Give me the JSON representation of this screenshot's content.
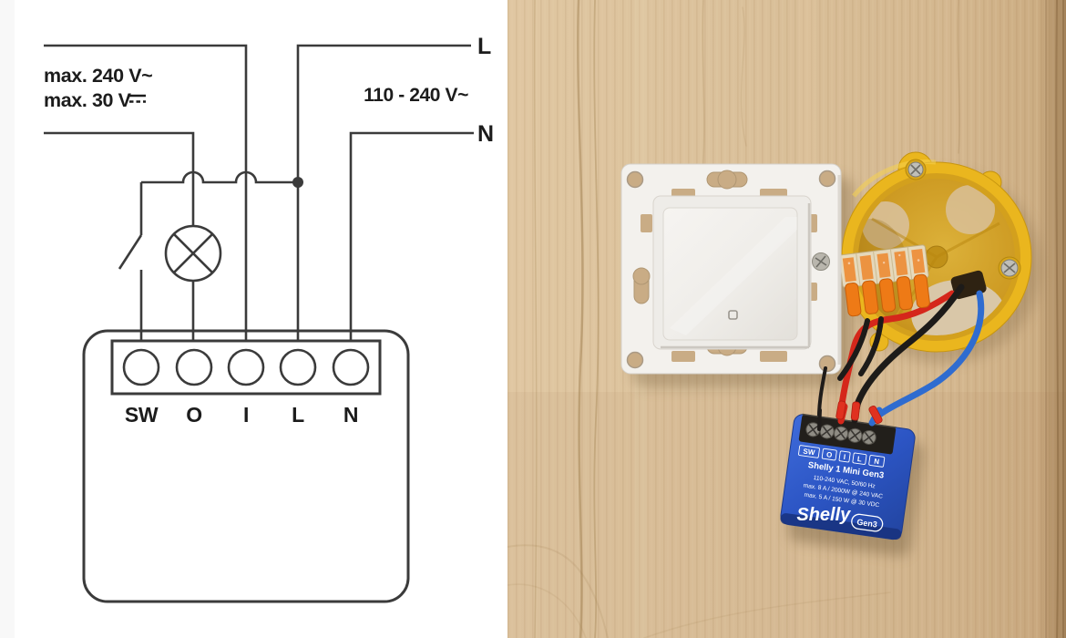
{
  "diagram": {
    "terminals": [
      "SW",
      "O",
      "I",
      "L",
      "N"
    ],
    "labels": {
      "line_live": "L",
      "line_neutral": "N",
      "supply_voltage": "110 - 240 V~",
      "switched_max_ac": "max. 240 V~",
      "switched_max_dc": "max. 30 V"
    }
  },
  "photo": {
    "shelly": {
      "terminals": [
        "SW",
        "O",
        "I",
        "L",
        "N"
      ],
      "title": "Shelly 1 Mini Gen3",
      "specs": [
        "110-240 VAC, 50/60 Hz",
        "max. 8 A / 2000W @ 240 VAC",
        "max. 5 A / 150 W @ 30 VDC"
      ],
      "logo": "Shelly",
      "badge": "Gen3"
    }
  },
  "colors": {
    "diagram_line": "#3b3b3b",
    "diagram_text": "#1c1c1c",
    "shelly_blue": "#2c55c4",
    "junction_box_yellow": "#eab61e",
    "wago_orange": "#ee7a16",
    "wire_red": "#d5271b",
    "wire_blue": "#2f6cd0",
    "wire_black": "#1d1b19",
    "wood": "#d9bd97",
    "plate_white": "#f3f1ed"
  }
}
